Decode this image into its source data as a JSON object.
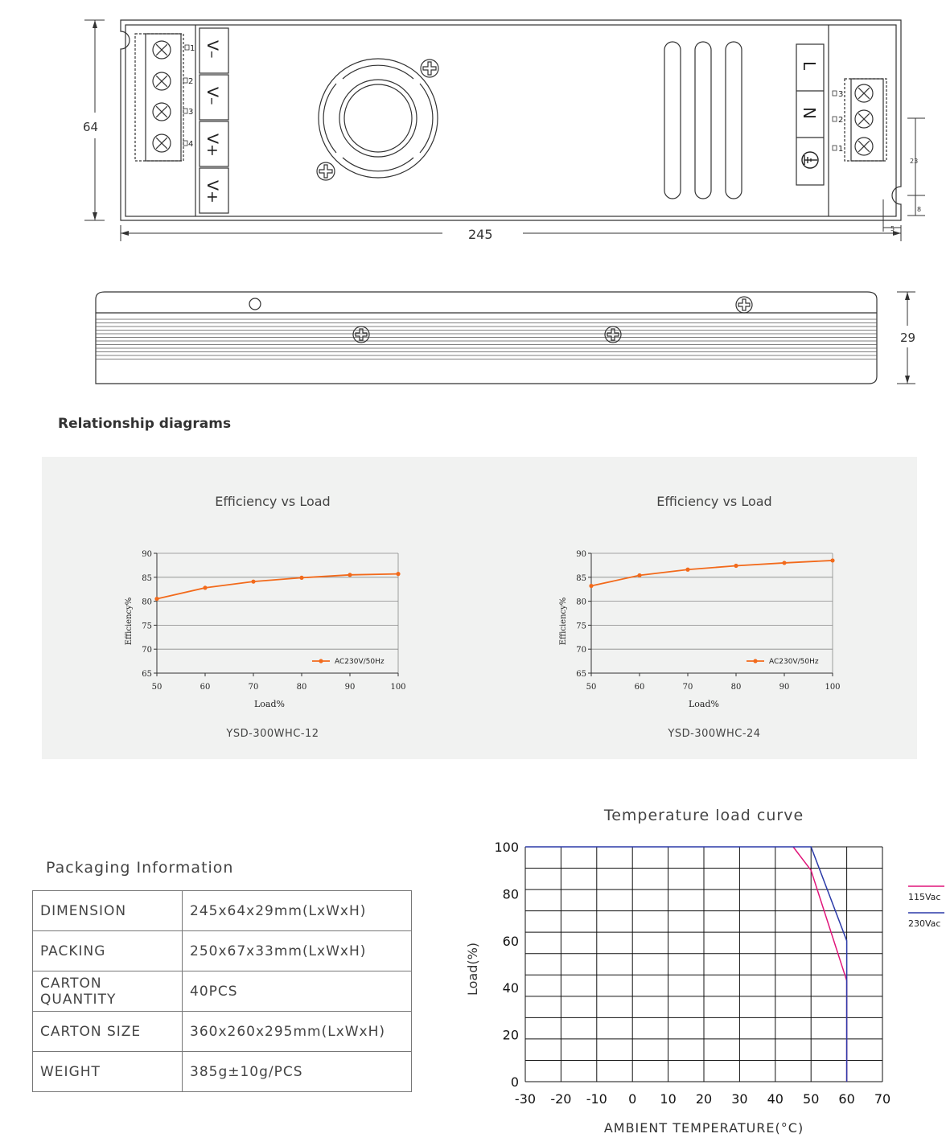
{
  "drawing": {
    "top_view": {
      "dim_height": "64",
      "dim_length": "245",
      "small_dims": [
        "23",
        "8",
        "5"
      ],
      "left_terminal_labels": [
        "1",
        "2",
        "3",
        "4"
      ],
      "output_labels": [
        "V–",
        "V–",
        "V+",
        "V+"
      ],
      "input_labels": [
        "L",
        "N"
      ],
      "right_terminal_labels": [
        "3",
        "2",
        "1"
      ]
    },
    "side_view": {
      "dim_height": "29"
    }
  },
  "relationship": {
    "heading": "Relationship diagrams",
    "charts": [
      {
        "title": "Efficiency vs Load",
        "model": "YSD-300WHC-12"
      },
      {
        "title": "Efficiency vs Load",
        "model": "YSD-300WHC-24"
      }
    ]
  },
  "packaging": {
    "title": "Packaging Information",
    "rows": [
      {
        "key": "DIMENSION",
        "value": "245x64x29mm(LxWxH)"
      },
      {
        "key": "PACKING",
        "value": "250x67x33mm(LxWxH)"
      },
      {
        "key": "CARTON QUANTITY",
        "value": "40PCS"
      },
      {
        "key": "CARTON SIZE",
        "value": "360x260x295mm(LxWxH)"
      },
      {
        "key": "WEIGHT",
        "value": "385g±10g/PCS"
      }
    ]
  },
  "temperature": {
    "title": "Temperature load curve"
  },
  "colors": {
    "orange": "#f26a1b",
    "pink": "#e0157a",
    "blue": "#2b3aa8",
    "panel": "#f1f2f1"
  },
  "chart_data": [
    {
      "type": "line",
      "title": "Efficiency vs Load",
      "xlabel": "Load%",
      "ylabel": "Efficiency%",
      "xlim": [
        50,
        100
      ],
      "ylim": [
        65,
        90
      ],
      "xticks": [
        50,
        60,
        70,
        80,
        90,
        100
      ],
      "yticks": [
        65,
        70,
        75,
        80,
        85,
        90
      ],
      "series": [
        {
          "name": "AC230V/50Hz",
          "x": [
            50,
            60,
            70,
            80,
            90,
            100
          ],
          "y": [
            80.5,
            82.8,
            84.1,
            84.9,
            85.5,
            85.7
          ]
        }
      ]
    },
    {
      "type": "line",
      "title": "Efficiency vs Load",
      "xlabel": "Load%",
      "ylabel": "Efficiency%",
      "xlim": [
        50,
        100
      ],
      "ylim": [
        65,
        90
      ],
      "xticks": [
        50,
        60,
        70,
        80,
        90,
        100
      ],
      "yticks": [
        65,
        70,
        75,
        80,
        85,
        90
      ],
      "series": [
        {
          "name": "AC230V/50Hz",
          "x": [
            50,
            60,
            70,
            80,
            90,
            100
          ],
          "y": [
            83.2,
            85.4,
            86.6,
            87.4,
            88.0,
            88.5
          ]
        }
      ]
    },
    {
      "type": "line",
      "title": "Temperature load curve",
      "xlabel": "AMBIENT TEMPERATURE(°C)",
      "ylabel": "Load(%)",
      "xlim": [
        -30,
        70
      ],
      "ylim": [
        0,
        100
      ],
      "xticks": [
        -30,
        -20,
        -10,
        0,
        10,
        20,
        30,
        40,
        50,
        60,
        70
      ],
      "yticks": [
        0,
        20,
        40,
        60,
        80,
        100
      ],
      "grid": true,
      "legend": "right",
      "series": [
        {
          "name": "115Vac",
          "x": [
            45,
            50,
            60,
            60
          ],
          "y": [
            100,
            90,
            43,
            0
          ]
        },
        {
          "name": "230Vac",
          "x": [
            -30,
            50,
            60,
            60
          ],
          "y": [
            100,
            100,
            60,
            0
          ]
        }
      ]
    }
  ]
}
